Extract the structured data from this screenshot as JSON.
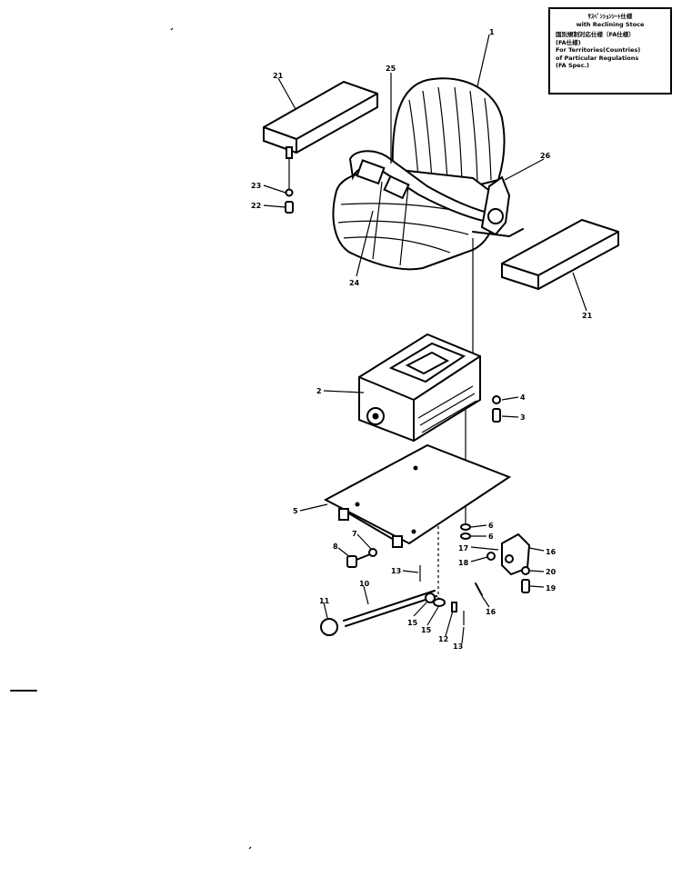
{
  "note_box": {
    "line1": "ｻｽﾍﾟﾝｼｮﾝｼｰﾄ仕様",
    "line2": "with Reclining Stoce",
    "line3": "国別規制対応仕様（FA仕様）",
    "line4": "(FA仕様)",
    "line5": "For Territories(Countries)",
    "line6": "of Particular Regulations",
    "line7": "(FA Spec.)"
  },
  "callouts": [
    {
      "id": "c1",
      "text": "1"
    },
    {
      "id": "c21a",
      "text": "21"
    },
    {
      "id": "c25",
      "text": "25"
    },
    {
      "id": "c23",
      "text": "23"
    },
    {
      "id": "c22",
      "text": "22"
    },
    {
      "id": "c26",
      "text": "26"
    },
    {
      "id": "c24",
      "text": "24"
    },
    {
      "id": "c21b",
      "text": "21"
    },
    {
      "id": "c2",
      "text": "2"
    },
    {
      "id": "c4",
      "text": "4"
    },
    {
      "id": "c3",
      "text": "3"
    },
    {
      "id": "c5",
      "text": "5"
    },
    {
      "id": "c6a",
      "text": "6"
    },
    {
      "id": "c6b",
      "text": "6"
    },
    {
      "id": "c7",
      "text": "7"
    },
    {
      "id": "c8",
      "text": "8"
    },
    {
      "id": "c17",
      "text": "17"
    },
    {
      "id": "c16a",
      "text": "16"
    },
    {
      "id": "c18",
      "text": "18"
    },
    {
      "id": "c20",
      "text": "20"
    },
    {
      "id": "c19",
      "text": "19"
    },
    {
      "id": "c13a",
      "text": "13"
    },
    {
      "id": "c10",
      "text": "10"
    },
    {
      "id": "c11",
      "text": "11"
    },
    {
      "id": "c15a",
      "text": "15"
    },
    {
      "id": "c15b",
      "text": "15"
    },
    {
      "id": "c12",
      "text": "12"
    },
    {
      "id": "c13b",
      "text": "13"
    },
    {
      "id": "c16b",
      "text": "16"
    }
  ]
}
